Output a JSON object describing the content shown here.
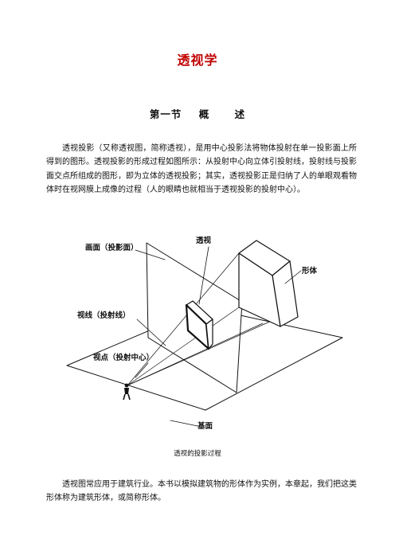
{
  "document": {
    "title": "透视学",
    "section": {
      "part1": "第一节",
      "part2": "概",
      "part3": "述"
    },
    "paragraphs": [
      "透视投影（又称透视图，简称透视），是用中心投影法将物体投射在单一投影面上所得到的图形。透视投影的形成过程如图所示：从投射中心向立体引投射线，投射线与投影面交点所组成的图形，即为立体的透视投影；其实，透视投影正是归纳了人的单眼观看物体时在视网膜上成像的过程（人的眼睛也就相当于透视投影的投射中心）。",
      "透视图常应用于建筑行业。本书以模拟建筑物的形体作为实例，本章起，我们把这类形体称为建筑形体，或简称形体。"
    ],
    "figure": {
      "labels": {
        "picture_plane": "画面（投影面）",
        "perspective": "透视",
        "object": "形体",
        "sight_line": "视线（投射线）",
        "viewpoint": "视点（投射中心）",
        "ground_plane": "基面"
      },
      "caption": "透视的投影过程"
    }
  }
}
